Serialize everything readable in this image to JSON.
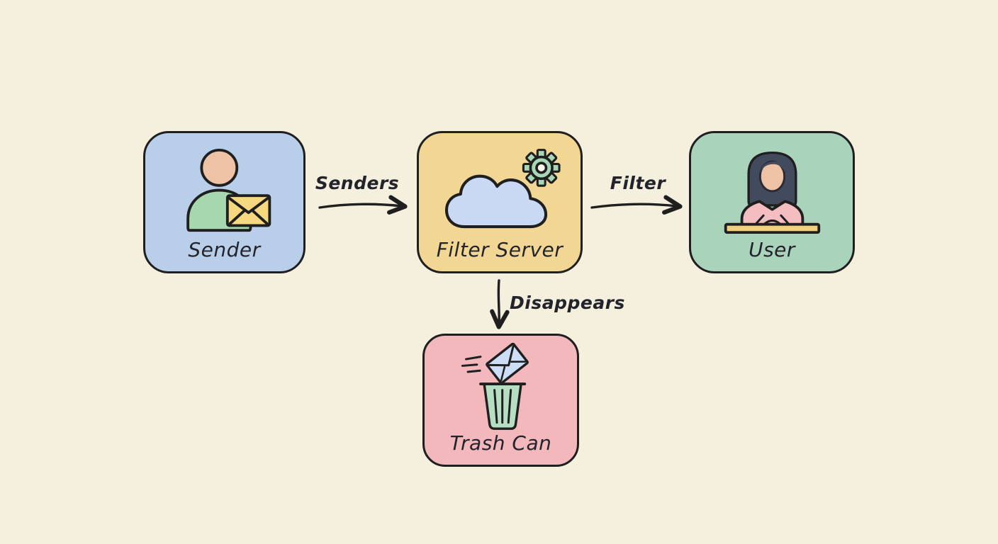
{
  "nodes": {
    "sender": {
      "label": "Sender",
      "fill": "#b8cee9",
      "icon": "person-envelope-icon"
    },
    "filter_server": {
      "label": "Filter Server",
      "fill": "#f2d794",
      "icon": "cloud-gear-icon"
    },
    "user": {
      "label": "User",
      "fill": "#a9d3bb",
      "icon": "person-at-desk-icon"
    },
    "trash_can": {
      "label": "Trash Can",
      "fill": "#f2b8bc",
      "icon": "trash-envelope-icon"
    }
  },
  "edges": [
    {
      "from": "sender",
      "to": "filter_server",
      "label": "Senders",
      "direction": "right"
    },
    {
      "from": "filter_server",
      "to": "user",
      "label": "Filter",
      "direction": "right"
    },
    {
      "from": "filter_server",
      "to": "trash_can",
      "label": "Disappears",
      "direction": "down"
    }
  ],
  "colors": {
    "background": "#f5efdd",
    "outline": "#1f1f1f",
    "skin": "#eec2a4",
    "body_green": "#a7d7ae",
    "envelope_yellow": "#f6d880",
    "cloud_blue": "#c9d9f3",
    "gear_green": "#a9d6b6",
    "gear_hole": "#fbf6e9",
    "hair_dark": "#424a5e",
    "shirt_pink": "#f4bdbf",
    "desk_yellow": "#f0cf7e",
    "trash_green": "#b5dec2",
    "envelope_blue": "#cdddf6"
  }
}
